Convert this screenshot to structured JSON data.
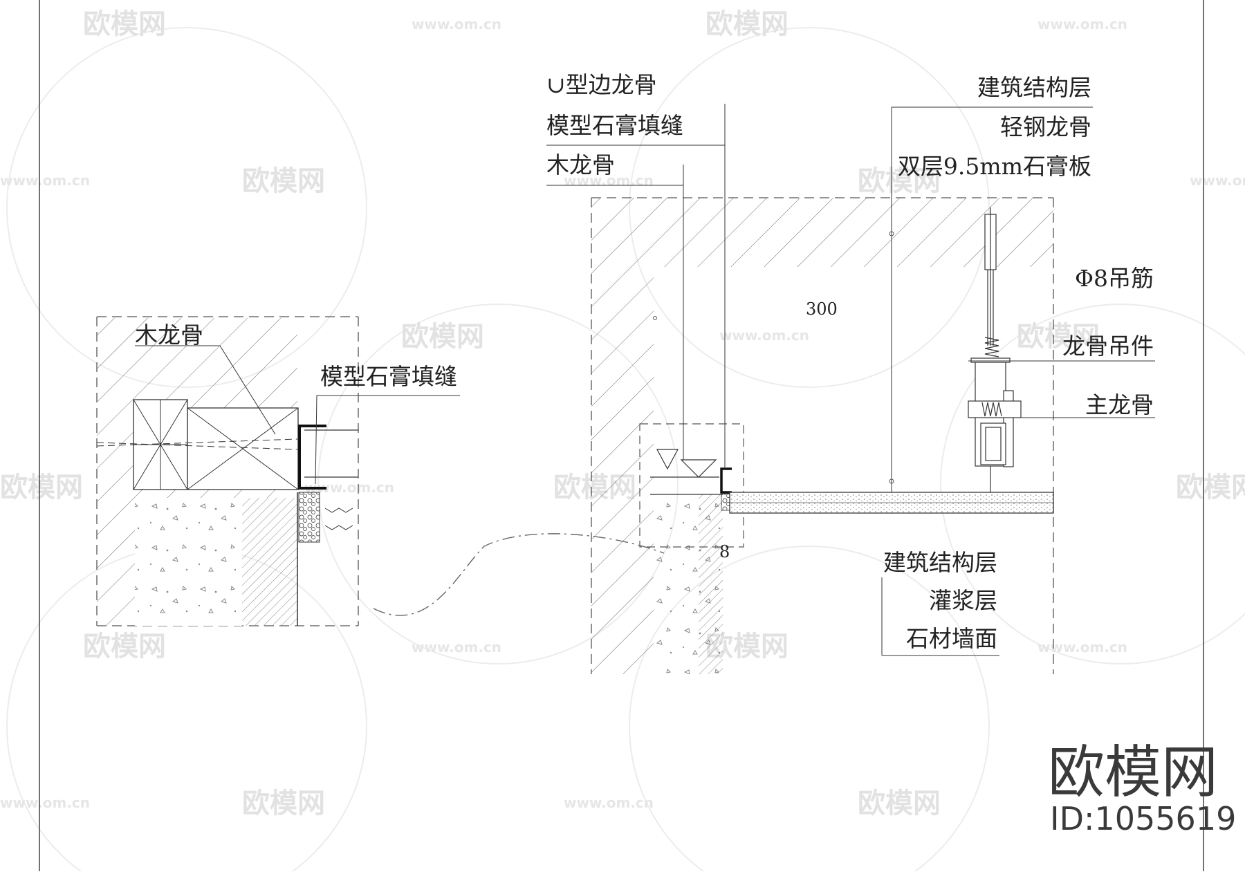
{
  "left_detail": {
    "labels": {
      "wood_keel": "木龙骨",
      "gypsum_fill": "模型石膏填缝"
    }
  },
  "right_detail": {
    "top_left_labels": {
      "u_edge_keel": "∪型边龙骨",
      "gypsum_fill": "模型石膏填缝",
      "wood_keel": "木龙骨"
    },
    "top_right_labels": {
      "structure_layer": "建筑结构层",
      "light_steel_keel": "轻钢龙骨",
      "double_gypsum_board": "双层9.5mm石膏板"
    },
    "hanger_labels": {
      "hanger_rod": "Φ8吊筋",
      "keel_hanger": "龙骨吊件",
      "main_keel": "主龙骨"
    },
    "bottom_labels": {
      "structure_layer": "建筑结构层",
      "grout_layer": "灌浆层",
      "stone_wall": "石材墙面"
    },
    "dimensions": {
      "height": "300",
      "gap": "8"
    }
  },
  "watermark": {
    "brand": "欧模网",
    "url": "www.om.cn",
    "id": "ID:1055619"
  }
}
